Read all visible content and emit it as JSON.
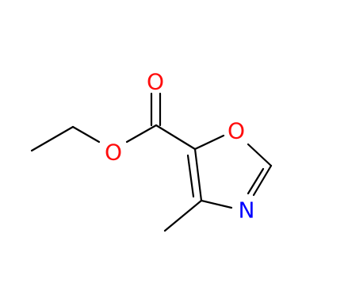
{
  "molecule": {
    "atoms": [
      {
        "id": "O1",
        "symbol": "O",
        "color": "#ff0d0d"
      },
      {
        "id": "O2",
        "symbol": "O",
        "color": "#ff0d0d"
      },
      {
        "id": "O3",
        "symbol": "O",
        "color": "#ff0d0d"
      },
      {
        "id": "N1",
        "symbol": "N",
        "color": "#0000ff"
      }
    ],
    "bond_color": "#000000"
  }
}
